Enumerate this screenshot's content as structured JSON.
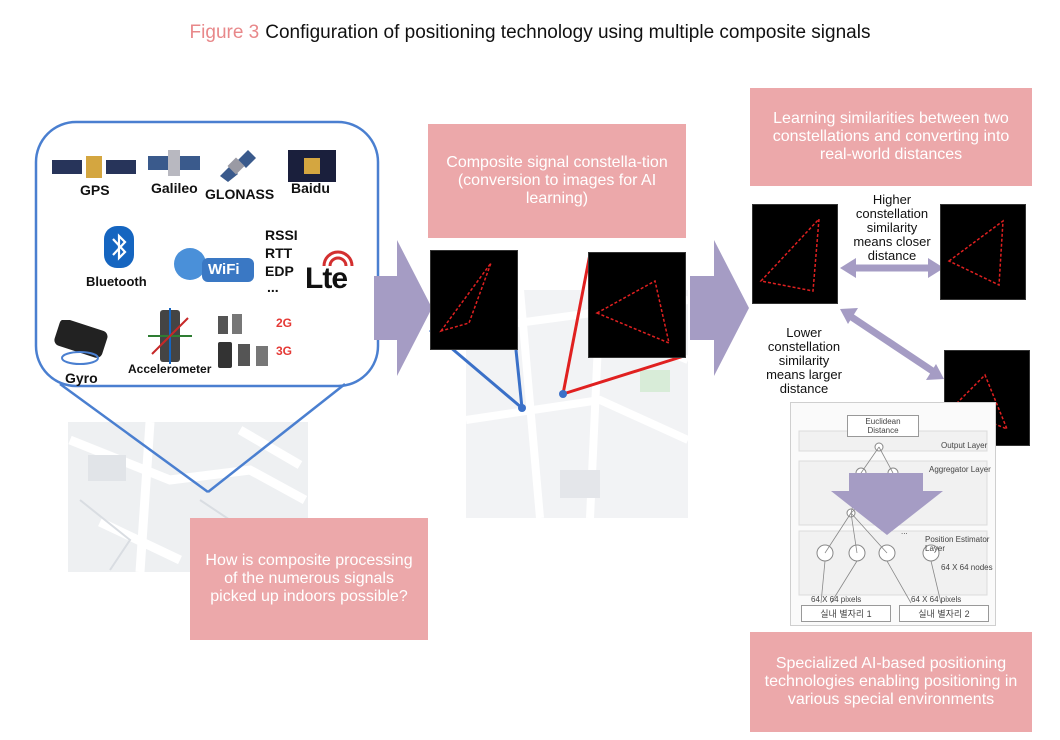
{
  "title": {
    "figure": "Figure 3",
    "caption": "Configuration of positioning technology using multiple composite signals"
  },
  "signals": {
    "satellites": [
      "GPS",
      "Galileo",
      "GLONASS",
      "Baidu"
    ],
    "bluetooth": "Bluetooth",
    "wifi": "WiFi",
    "metrics": [
      "RSSI",
      "RTT",
      "EDP",
      "..."
    ],
    "lte": "Lte",
    "gyro": "Gyro",
    "accelerometer": "Accelerometer",
    "gen2": "2G",
    "gen3": "3G"
  },
  "boxes": {
    "question": "How is composite processing of the numerous signals picked up indoors possible?",
    "constellation": "Composite signal constella-tion (conversion to images for AI learning)",
    "learning": "Learning similarities between two constellations and converting into real-world distances",
    "specialized": "Specialized AI-based positioning technologies enabling positioning in various special environments"
  },
  "notes": {
    "higher": "Higher constellation similarity means closer distance",
    "lower": "Lower constellation similarity means larger distance"
  },
  "network": {
    "output_node": "Euclidean Distance",
    "output_layer": "Output Layer",
    "aggregator_layer": "Aggregator Layer",
    "estimator_layer": "Position Estimator Layer",
    "nodes": "64 X 64 nodes",
    "pixels_a": "64 X 64 pixels",
    "pixels_b": "64 X 64 pixels",
    "input_a": "실내 별자리 1",
    "input_b": "실내 별자리 2",
    "dots": "..."
  },
  "colors": {
    "box": "#eca8aa",
    "arrow": "#a59cc4",
    "frame": "#4a7fd0",
    "red_line": "#e02020",
    "blue_line": "#3a70c8"
  }
}
